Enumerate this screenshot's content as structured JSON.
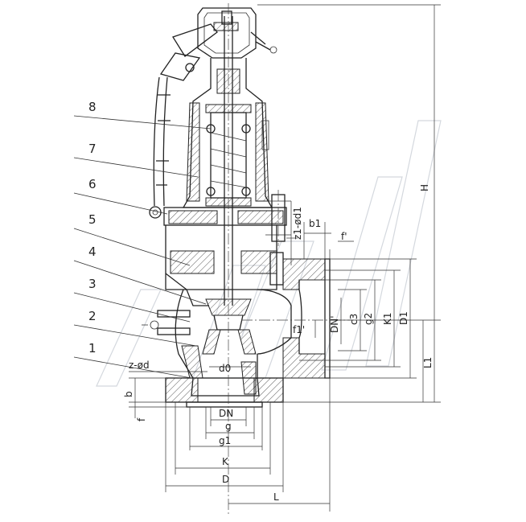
{
  "part_labels": [
    "1",
    "2",
    "3",
    "4",
    "5",
    "6",
    "7",
    "8"
  ],
  "dimensions": {
    "H": "H",
    "L1": "L1",
    "D1": "D1",
    "K1": "K1",
    "g2": "g2",
    "c3": "c3",
    "DN_prime": "DN'",
    "f1_prime": "f1'",
    "f_prime": "f'",
    "b1": "b1",
    "z1_d1": "z1-ød1",
    "z_d": "z-ød",
    "d0": "d0",
    "b": "b",
    "f": "f",
    "DN": "DN",
    "g": "g",
    "g1": "g1",
    "K": "K",
    "D": "D",
    "L": "L"
  }
}
